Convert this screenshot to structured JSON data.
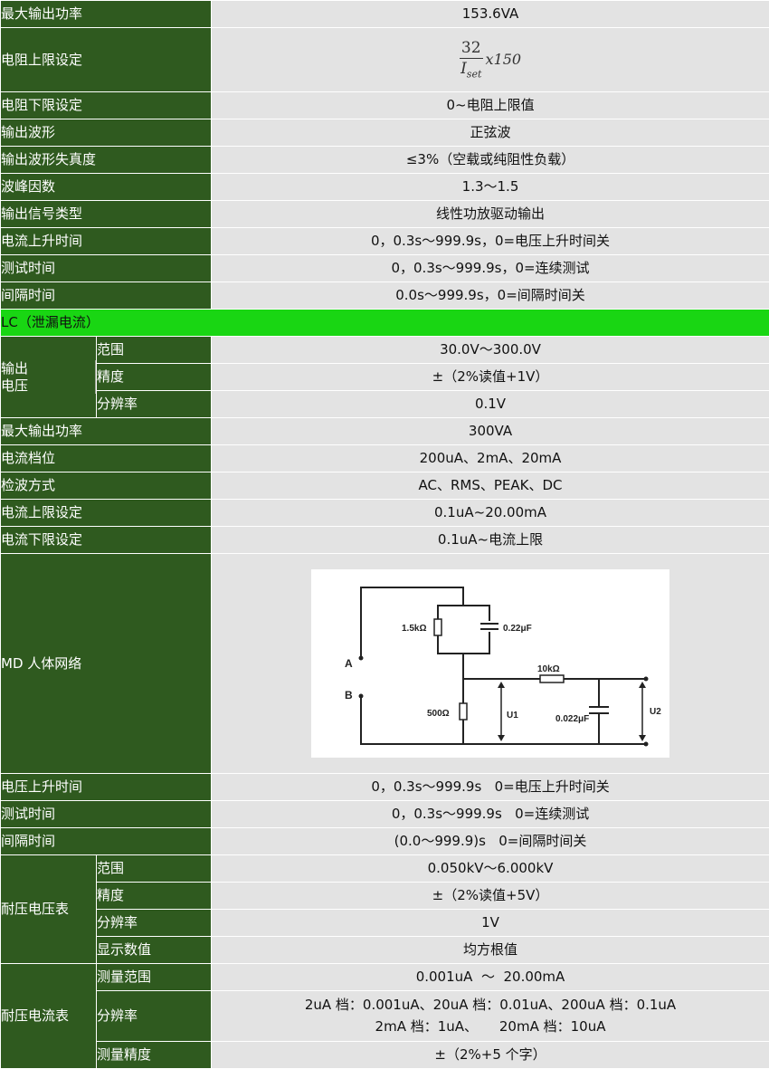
{
  "rows_top": [
    {
      "label": "最大输出功率",
      "value": "153.6VA"
    }
  ],
  "formula": {
    "label": "电阻上限设定",
    "numerator": "32",
    "denominator": "I",
    "subscript": "set",
    "multiplier": "x150"
  },
  "rows_mid": [
    {
      "label": "电阻下限设定",
      "value": "0~电阻上限值"
    },
    {
      "label": "输出波形",
      "value": "正弦波"
    },
    {
      "label": "输出波形失真度",
      "value": "≤3%（空载或纯阻性负载）"
    },
    {
      "label": "波峰因数",
      "value": "1.3～1.5"
    },
    {
      "label": "输出信号类型",
      "value": "线性功放驱动输出"
    },
    {
      "label": "电流上升时间",
      "value": "0，0.3s～999.9s，0=电压上升时间关"
    },
    {
      "label": "测试时间",
      "value": "0，0.3s～999.9s，0=连续测试"
    },
    {
      "label": "间隔时间",
      "value": "0.0s～999.9s，0=间隔时间关"
    }
  ],
  "section_lc": "LC（泄漏电流）",
  "output_voltage": {
    "label_line1": "输出",
    "label_line2": "电压",
    "rows": [
      {
        "label": "范围",
        "value": "30.0V～300.0V"
      },
      {
        "label": "精度",
        "value": "±（2%读值+1V）"
      },
      {
        "label": "分辨率",
        "value": "0.1V"
      }
    ]
  },
  "rows_lc": [
    {
      "label": "最大输出功率",
      "value": "300VA"
    },
    {
      "label": "电流档位",
      "value": "200uA、2mA、20mA"
    },
    {
      "label": "检波方式",
      "value": "AC、RMS、PEAK、DC"
    },
    {
      "label": "电流上限设定",
      "value": "0.1uA~20.00mA"
    },
    {
      "label": "电流下限设定",
      "value": "0.1uA~电流上限"
    }
  ],
  "md": {
    "label": "MD 人体网络",
    "circuit": {
      "r_top": "1.5kΩ",
      "c_top": "0.22μF",
      "r_series": "10kΩ",
      "r_bottom": "500Ω",
      "c_bottom": "0.022μF",
      "node_a": "A",
      "node_b": "B",
      "u1": "U1",
      "u2": "U2"
    }
  },
  "rows_time": [
    {
      "label": "电压上升时间",
      "value": "0，0.3s～999.9s   0=电压上升时间关"
    },
    {
      "label": "测试时间",
      "value": "0，0.3s～999.9s   0=连续测试"
    },
    {
      "label": "间隔时间",
      "value": "(0.0～999.9)s   0=间隔时间关"
    }
  ],
  "withstand_voltage": {
    "label": "耐压电压表",
    "rows": [
      {
        "label": "范围",
        "value": "0.050kV～6.000kV"
      },
      {
        "label": "精度",
        "value": "±（2%读值+5V）"
      },
      {
        "label": "分辨率",
        "value": "1V"
      },
      {
        "label": "显示数值",
        "value": "均方根值"
      }
    ]
  },
  "withstand_current": {
    "label": "耐压电流表",
    "range_label": "测量范围",
    "range_value": "0.001uA  ～  20.00mA",
    "resolution_label": "分辨率",
    "resolution_line1": "2uA 档：0.001uA、20uA 档：0.01uA、200uA 档：0.1uA",
    "resolution_line2": "2mA 档：1uA、     20mA 档：10uA",
    "accuracy_label": "测量精度",
    "accuracy_value": "±（2%+5 个字）"
  },
  "colors": {
    "label_bg": "#2f5a1f",
    "value_bg": "#e3e3e3",
    "section_bg": "#19d613"
  }
}
